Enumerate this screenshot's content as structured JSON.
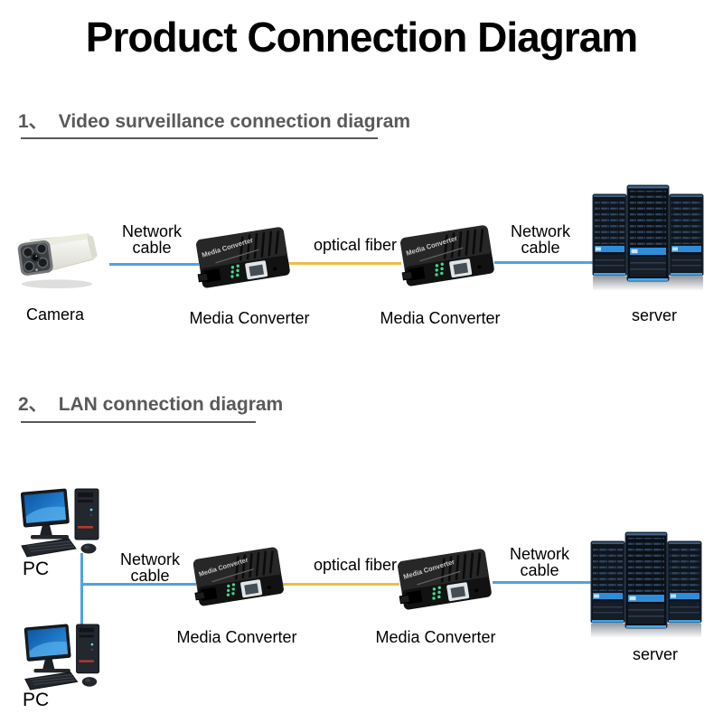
{
  "title": "Product Connection Diagram",
  "sections": {
    "s1": {
      "number": "1、",
      "heading": "Video surveillance connection diagram"
    },
    "s2": {
      "number": "2、",
      "heading": "LAN connection diagram"
    }
  },
  "labels": {
    "network_line1": "Network",
    "network_line2": "cable",
    "optical_fiber": "optical fiber",
    "media_converter": "Media Converter",
    "camera": "Camera",
    "server": "server",
    "pc": "PC"
  },
  "device_text": {
    "media_converter_top": "Media Converter"
  },
  "icons": {
    "camera": "bullet-cctv-camera-icon",
    "media_converter": "fiber-media-converter-icon",
    "server": "server-rack-towers-icon",
    "pc": "desktop-pc-icon"
  },
  "colors": {
    "network_cable": "#4da3e4",
    "optical_fiber": "#edbd44",
    "heading_text": "#595959",
    "title_text": "#000000",
    "label_text": "#000000",
    "background": "#ffffff"
  }
}
